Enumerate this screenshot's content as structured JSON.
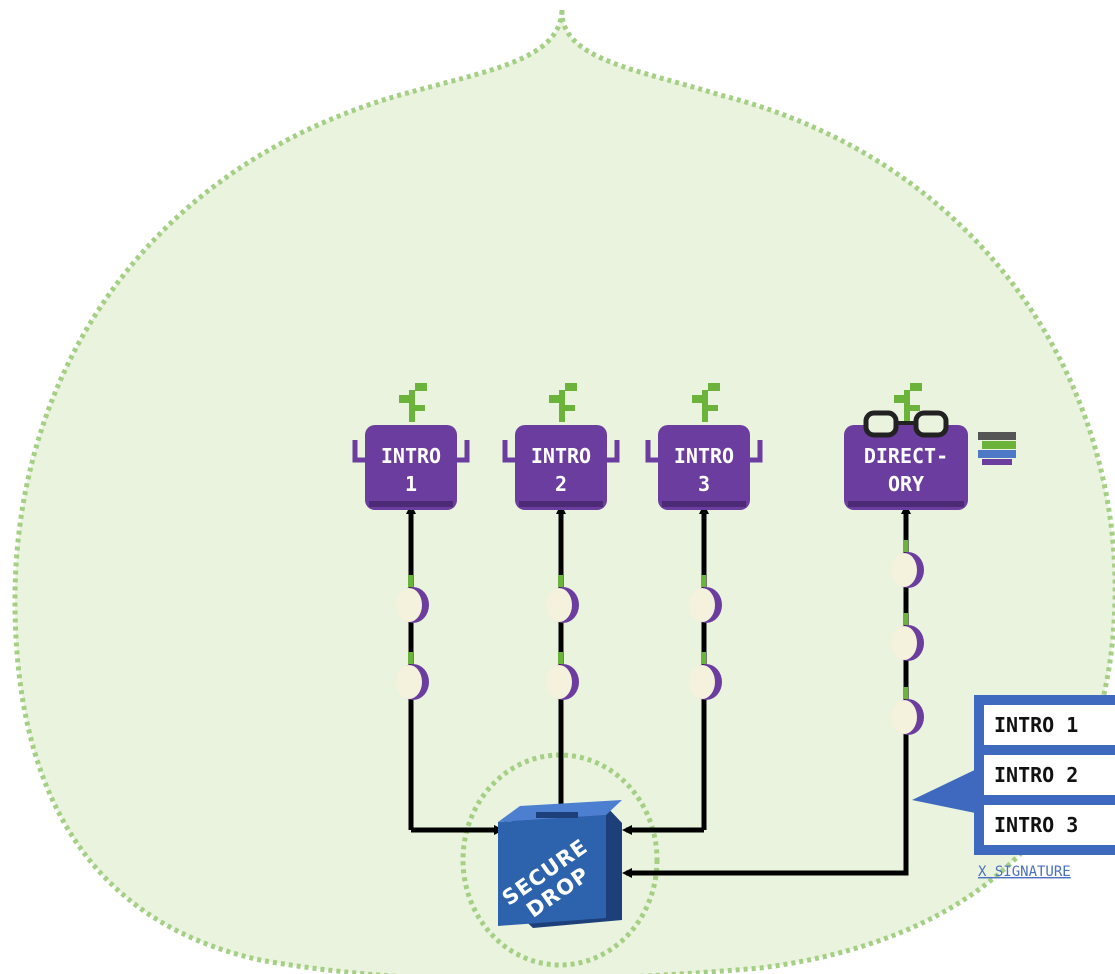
{
  "colors": {
    "bubble_fill": "#e9f3dd",
    "bubble_border": "#a6cf86",
    "node_purple": "#6a3d9e",
    "node_purple_dark": "#4c2a75",
    "sprout_green": "#6bb33a",
    "drop_blue": "#2d62ad",
    "drop_blue_dark": "#1d3f7a",
    "arrow": "#000000",
    "bead_fill": "#f4f1dc",
    "stack_border": "#3f69bf"
  },
  "nodes": [
    {
      "id": "intro1",
      "line1": "INTRO",
      "line2": "1",
      "icon": "plant-sprout-icon"
    },
    {
      "id": "intro2",
      "line1": "INTRO",
      "line2": "2",
      "icon": "plant-sprout-icon"
    },
    {
      "id": "intro3",
      "line1": "INTRO",
      "line2": "3",
      "icon": "plant-sprout-icon"
    },
    {
      "id": "directory",
      "line1": "DIRECT-",
      "line2": "ORY",
      "icon": "glasses-icon"
    }
  ],
  "secure_drop": {
    "line1": "SECURE",
    "line2": "DROP"
  },
  "envelope": {
    "items": [
      "INTRO 1",
      "INTRO 2",
      "INTRO 3"
    ],
    "signature": "X SIGNATURE"
  },
  "icons": {
    "bead": "onion-bead-icon",
    "books": "books-icon",
    "slot": "drop-slot-icon"
  }
}
